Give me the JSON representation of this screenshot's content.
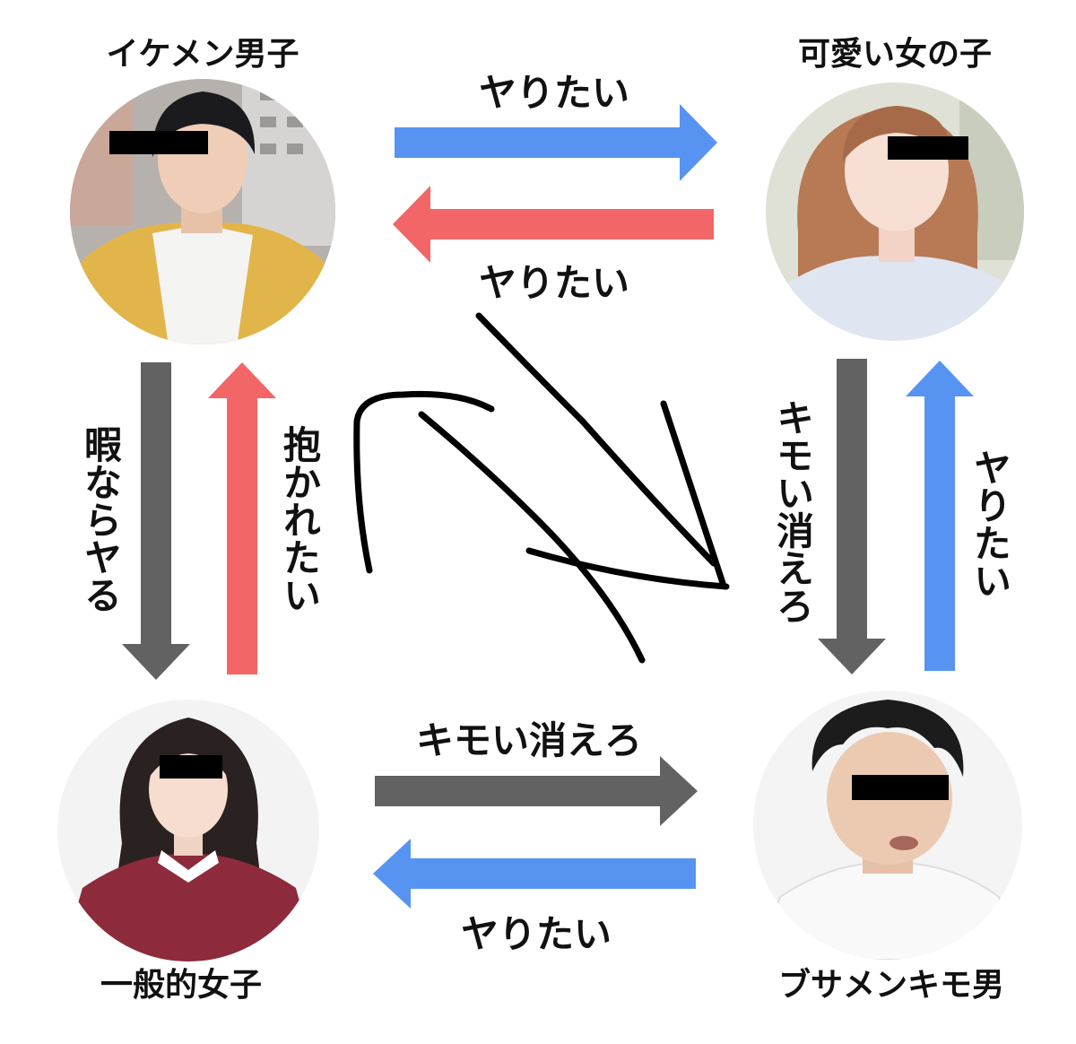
{
  "colors": {
    "blue": "#5794f2",
    "red": "#f26667",
    "gray": "#626262",
    "scribble": "#000000",
    "background": "#ffffff",
    "censor_bar": "#000000"
  },
  "nodes": {
    "handsome_man": {
      "name": "イケメン男子",
      "figure": "young man in yellow shirt, eyes censored"
    },
    "cute_girl": {
      "name": "可愛い女の子",
      "figure": "girl with brown hair and white sweater, eyes censored"
    },
    "average_girl": {
      "name": "一般的女子",
      "figure": "girl with dark hair and burgundy sweater, eyes censored"
    },
    "ugly_man": {
      "name": "ブサメンキモ男",
      "figure": "man with curly hair and white shirt, eyes censored"
    }
  },
  "edges": {
    "handsome_to_cute": {
      "label": "ヤりたい",
      "color": "blue",
      "direction": "right"
    },
    "cute_to_handsome": {
      "label": "ヤりたい",
      "color": "red",
      "direction": "left"
    },
    "handsome_to_average": {
      "label": "暇ならヤる",
      "color": "gray",
      "direction": "down"
    },
    "average_to_handsome": {
      "label": "抱かれたい",
      "color": "red",
      "direction": "up"
    },
    "cute_to_ugly": {
      "label": "キモい消えろ",
      "color": "gray",
      "direction": "down"
    },
    "ugly_to_cute": {
      "label": "ヤりたい",
      "color": "blue",
      "direction": "up"
    },
    "average_to_ugly": {
      "label": "キモい消えろ",
      "color": "gray",
      "direction": "right"
    },
    "ugly_to_average": {
      "label": "ヤりたい",
      "color": "blue",
      "direction": "left"
    }
  },
  "scribble": {
    "description": "hand-drawn black arrow scribble in the center"
  }
}
